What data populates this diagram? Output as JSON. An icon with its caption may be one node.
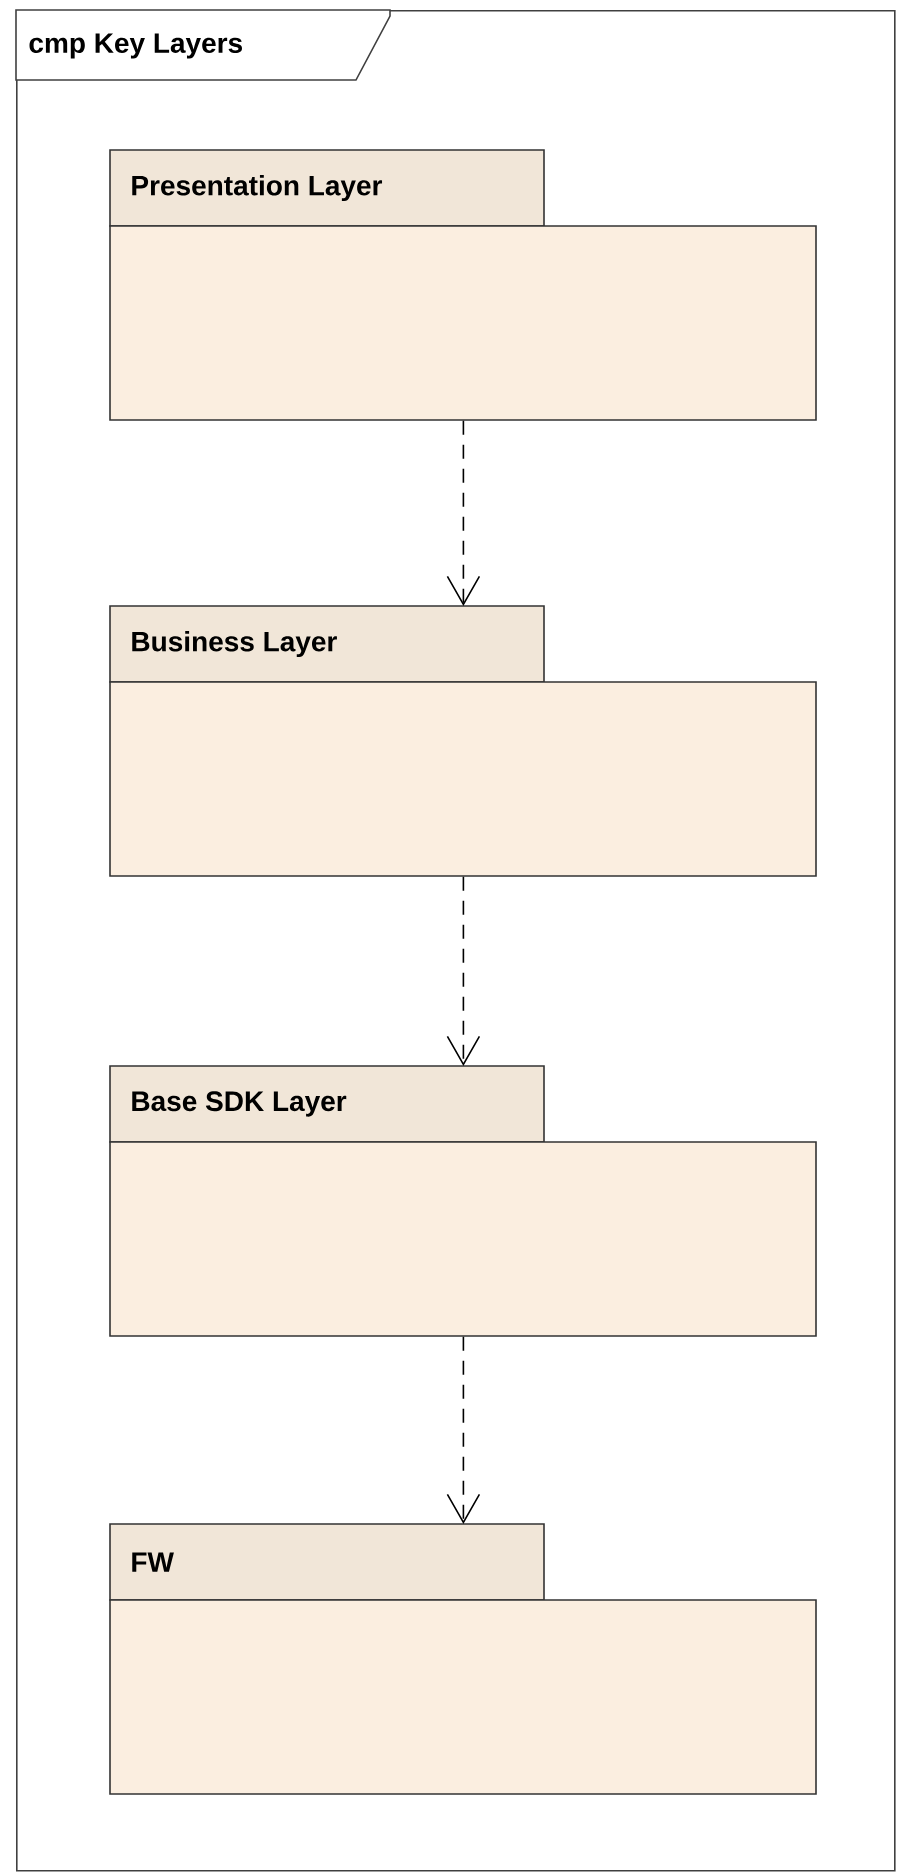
{
  "diagram": {
    "nodes": [
      {
        "text": [
          "cmp Key Layers"
        ]
      },
      {
        "text": [
          "Presentation Layer"
        ],
        "in": 0
      },
      {
        "text": [
          "Business Layer"
        ],
        "in": 0
      },
      {
        "text": [
          "Base SDK Layer"
        ],
        "in": 0
      },
      {
        "text": [
          "FW"
        ],
        "in": 0
      }
    ],
    "edges": [
      {
        "from": 1,
        "to": 2,
        "arrow": "to",
        "style": "dashed"
      },
      {
        "from": 2,
        "to": 3,
        "arrow": "to",
        "style": "dashed"
      },
      {
        "from": 3,
        "to": 4,
        "arrow": "to",
        "style": "dashed"
      }
    ]
  }
}
